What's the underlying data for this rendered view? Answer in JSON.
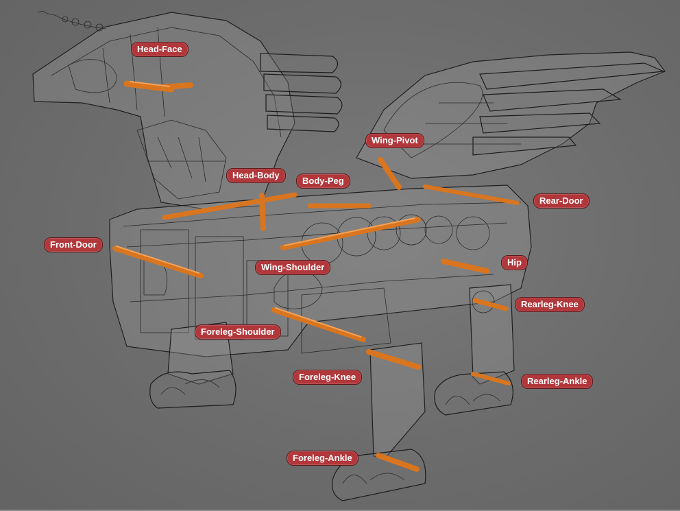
{
  "labels": {
    "head_face": "Head-Face",
    "wing_pivot": "Wing-Pivot",
    "head_body": "Head-Body",
    "body_peg": "Body-Peg",
    "rear_door": "Rear-Door",
    "front_door": "Front-Door",
    "wing_shoulder": "Wing-Shoulder",
    "hip": "Hip",
    "rearleg_knee": "Rearleg-Knee",
    "foreleg_shoulder": "Foreleg-Shoulder",
    "foreleg_knee": "Foreleg-Knee",
    "rearleg_ankle": "Rearleg-Ankle",
    "foreleg_ankle": "Foreleg-Ankle"
  },
  "colors": {
    "background": "#6e6e6e",
    "label_fill": "#b1373b",
    "label_text": "#ffffff",
    "pin": "#d9751e"
  }
}
